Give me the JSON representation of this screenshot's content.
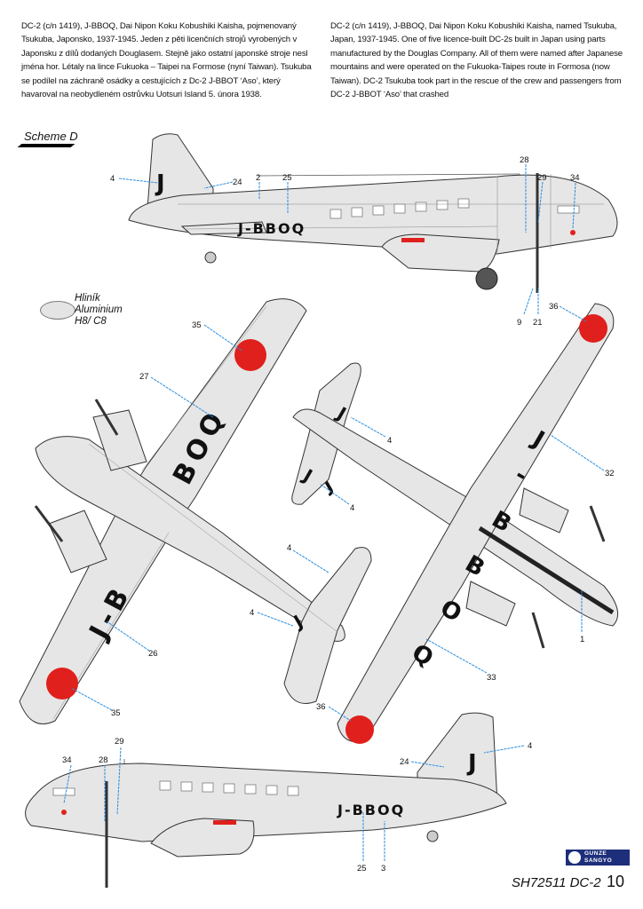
{
  "text": {
    "czech": "DC-2 (c/n 1419), J-BBOQ, Dai Nipon Koku Kobushiki Kaisha, pojmenovaný Tsukuba, Japonsko, 1937-1945. Jeden z pěti licenčních strojů vyrobených v Japonsku z dílů dodaných Douglasem. Stejně jako ostatní japonské stroje nesl jména hor. Létaly na lince Fukuoka – Taipei na Formose (nyní Taiwan). Tsukuba se podílel na záchraně osádky a cestujících z Dc-2 J-BBOT ‘Aso’, který havaroval na neobydleném ostrůvku Uotsuri Island 5. února 1938.",
    "english": "DC-2 (c/n 1419), J-BBOQ, Dai Nipon Koku Kobushiki Kaisha, named Tsukuba, Japan, 1937-1945. One of five licence-built DC-2s built in Japan using parts manufactured by the Douglas Company.  All of them were named after Japanese mountains and were operated on the Fukuoka-Taipes route in Formosa (now Taiwan). DC-2 Tsukuba took part in the rescue of the crew and passengers from DC-2 J-BBOT  ‘Aso’ that crashed"
  },
  "scheme": "Scheme D",
  "legend": {
    "czech": "Hliník",
    "english": "Aluminium",
    "code": "H8/ C8",
    "color": "#e4e4e4"
  },
  "markings": {
    "registration": "J-BBOQ",
    "fin_letter": "J",
    "wing_upper_1": "BOQ",
    "wing_upper_2": "J-B",
    "wing_lower": [
      "J",
      "-",
      "B",
      "B",
      "O",
      "Q"
    ],
    "hinomaru_color": "#e0201c"
  },
  "callouts": {
    "top_side": [
      "4",
      "24",
      "2",
      "25",
      "28",
      "29",
      "34",
      "9",
      "21",
      "36"
    ],
    "upper_plan": [
      "35",
      "27",
      "4",
      "4",
      "26",
      "35"
    ],
    "lower_plan": [
      "4",
      "4",
      "32",
      "1",
      "33",
      "36"
    ],
    "bottom_side": [
      "34",
      "28",
      "29",
      "24",
      "4",
      "25",
      "3"
    ]
  },
  "footer": {
    "logo_line1": "GUNZE",
    "logo_line2": "SANGYO",
    "code": "SH72511 DC-2",
    "page": "10"
  }
}
